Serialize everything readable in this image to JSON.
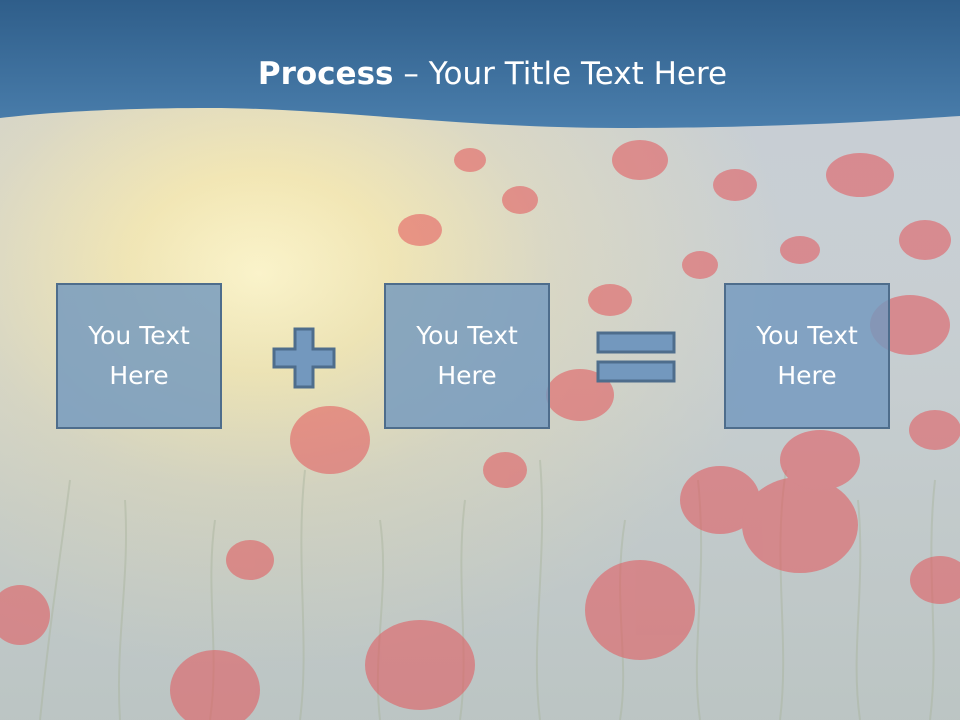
{
  "slide": {
    "title_bold": "Process",
    "title_rest": " – Your Title Text Here",
    "boxes": [
      {
        "text": "You Text Here"
      },
      {
        "text": "You Text Here"
      },
      {
        "text": "You Text Here"
      }
    ],
    "operators": [
      "plus",
      "equals"
    ]
  },
  "colors": {
    "header_blue": "#3e6f9c",
    "box_fill": "#7398be",
    "box_border": "#4e6d8c",
    "poppy_red": "#e8424a",
    "text": "#ffffff"
  }
}
